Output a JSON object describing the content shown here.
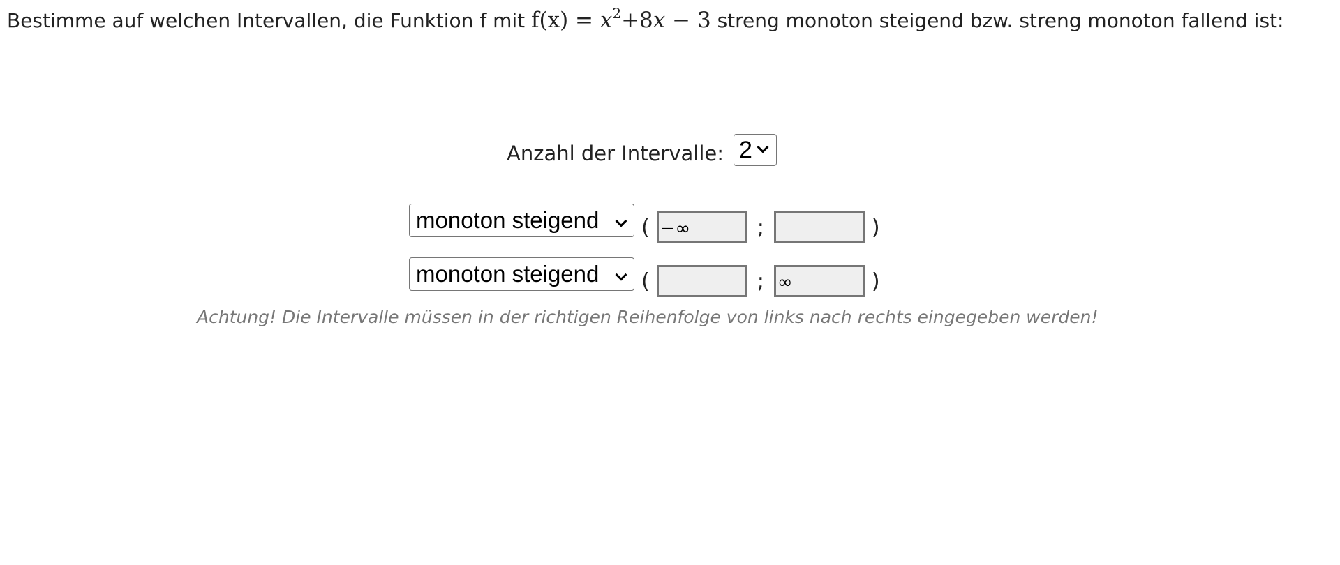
{
  "question": {
    "text_before": "Bestimme auf welchen Intervallen, die Funktion f mit ",
    "formula": {
      "lhs": "f(x)",
      "equals": " = ",
      "x_var": "x",
      "exponent": "2",
      "rest": "+8",
      "x_var2": "x",
      "tail": " − 3"
    },
    "text_after": " streng monoton steigend bzw. streng monoton fallend ist:"
  },
  "count": {
    "label": "Anzahl der Intervalle:",
    "selected": "2"
  },
  "intervals": [
    {
      "type": "monoton steigend",
      "open_paren": "(",
      "lower": "−∞",
      "separator": ";",
      "upper": "",
      "close_paren": ")"
    },
    {
      "type": "monoton steigend",
      "open_paren": "(",
      "lower": "",
      "separator": ";",
      "upper": "∞",
      "close_paren": ")"
    }
  ],
  "warning": "Achtung! Die Intervalle müssen in der richtigen Reihenfolge von links nach rechts eingegeben werden!",
  "icons": {
    "dropdown": "chevron-down-icon"
  }
}
